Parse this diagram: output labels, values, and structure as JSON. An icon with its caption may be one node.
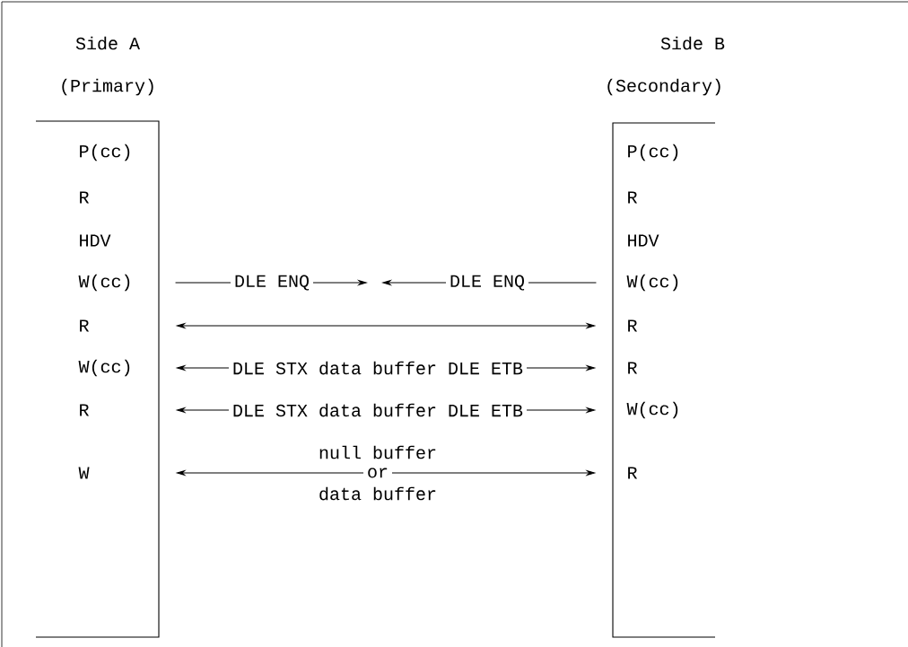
{
  "diagram": {
    "nodes": [
      {
        "text": [
          "Side A",
          "(Primary)"
        ]
      },
      {
        "text": [
          "Side B",
          "(Secondary)"
        ]
      }
    ],
    "edges": [
      {
        "from": 0,
        "to": null,
        "arrow": "to",
        "label": "DLE ENQ"
      },
      {
        "from": 1,
        "to": null,
        "arrow": "to",
        "label": "DLE ENQ"
      },
      {
        "from": 0,
        "to": 1,
        "arrow": "both"
      },
      {
        "from": 0,
        "to": 1,
        "arrow": "both",
        "label": "DLE STX data buffer DLE ETB"
      },
      {
        "from": 0,
        "to": 1,
        "arrow": "both",
        "label": "DLE STX data buffer DLE ETB"
      },
      {
        "from": 0,
        "to": 1,
        "arrow": "both",
        "label": "or"
      }
    ],
    "labels": [
      "P(cc)",
      "P(cc)",
      "R",
      "R",
      "HDV",
      "HDV",
      "W(cc)",
      "W(cc)",
      "R",
      "R",
      "W(cc)",
      "R",
      "R",
      "W(cc)",
      "null buffer",
      "W",
      "R",
      "data buffer"
    ]
  }
}
